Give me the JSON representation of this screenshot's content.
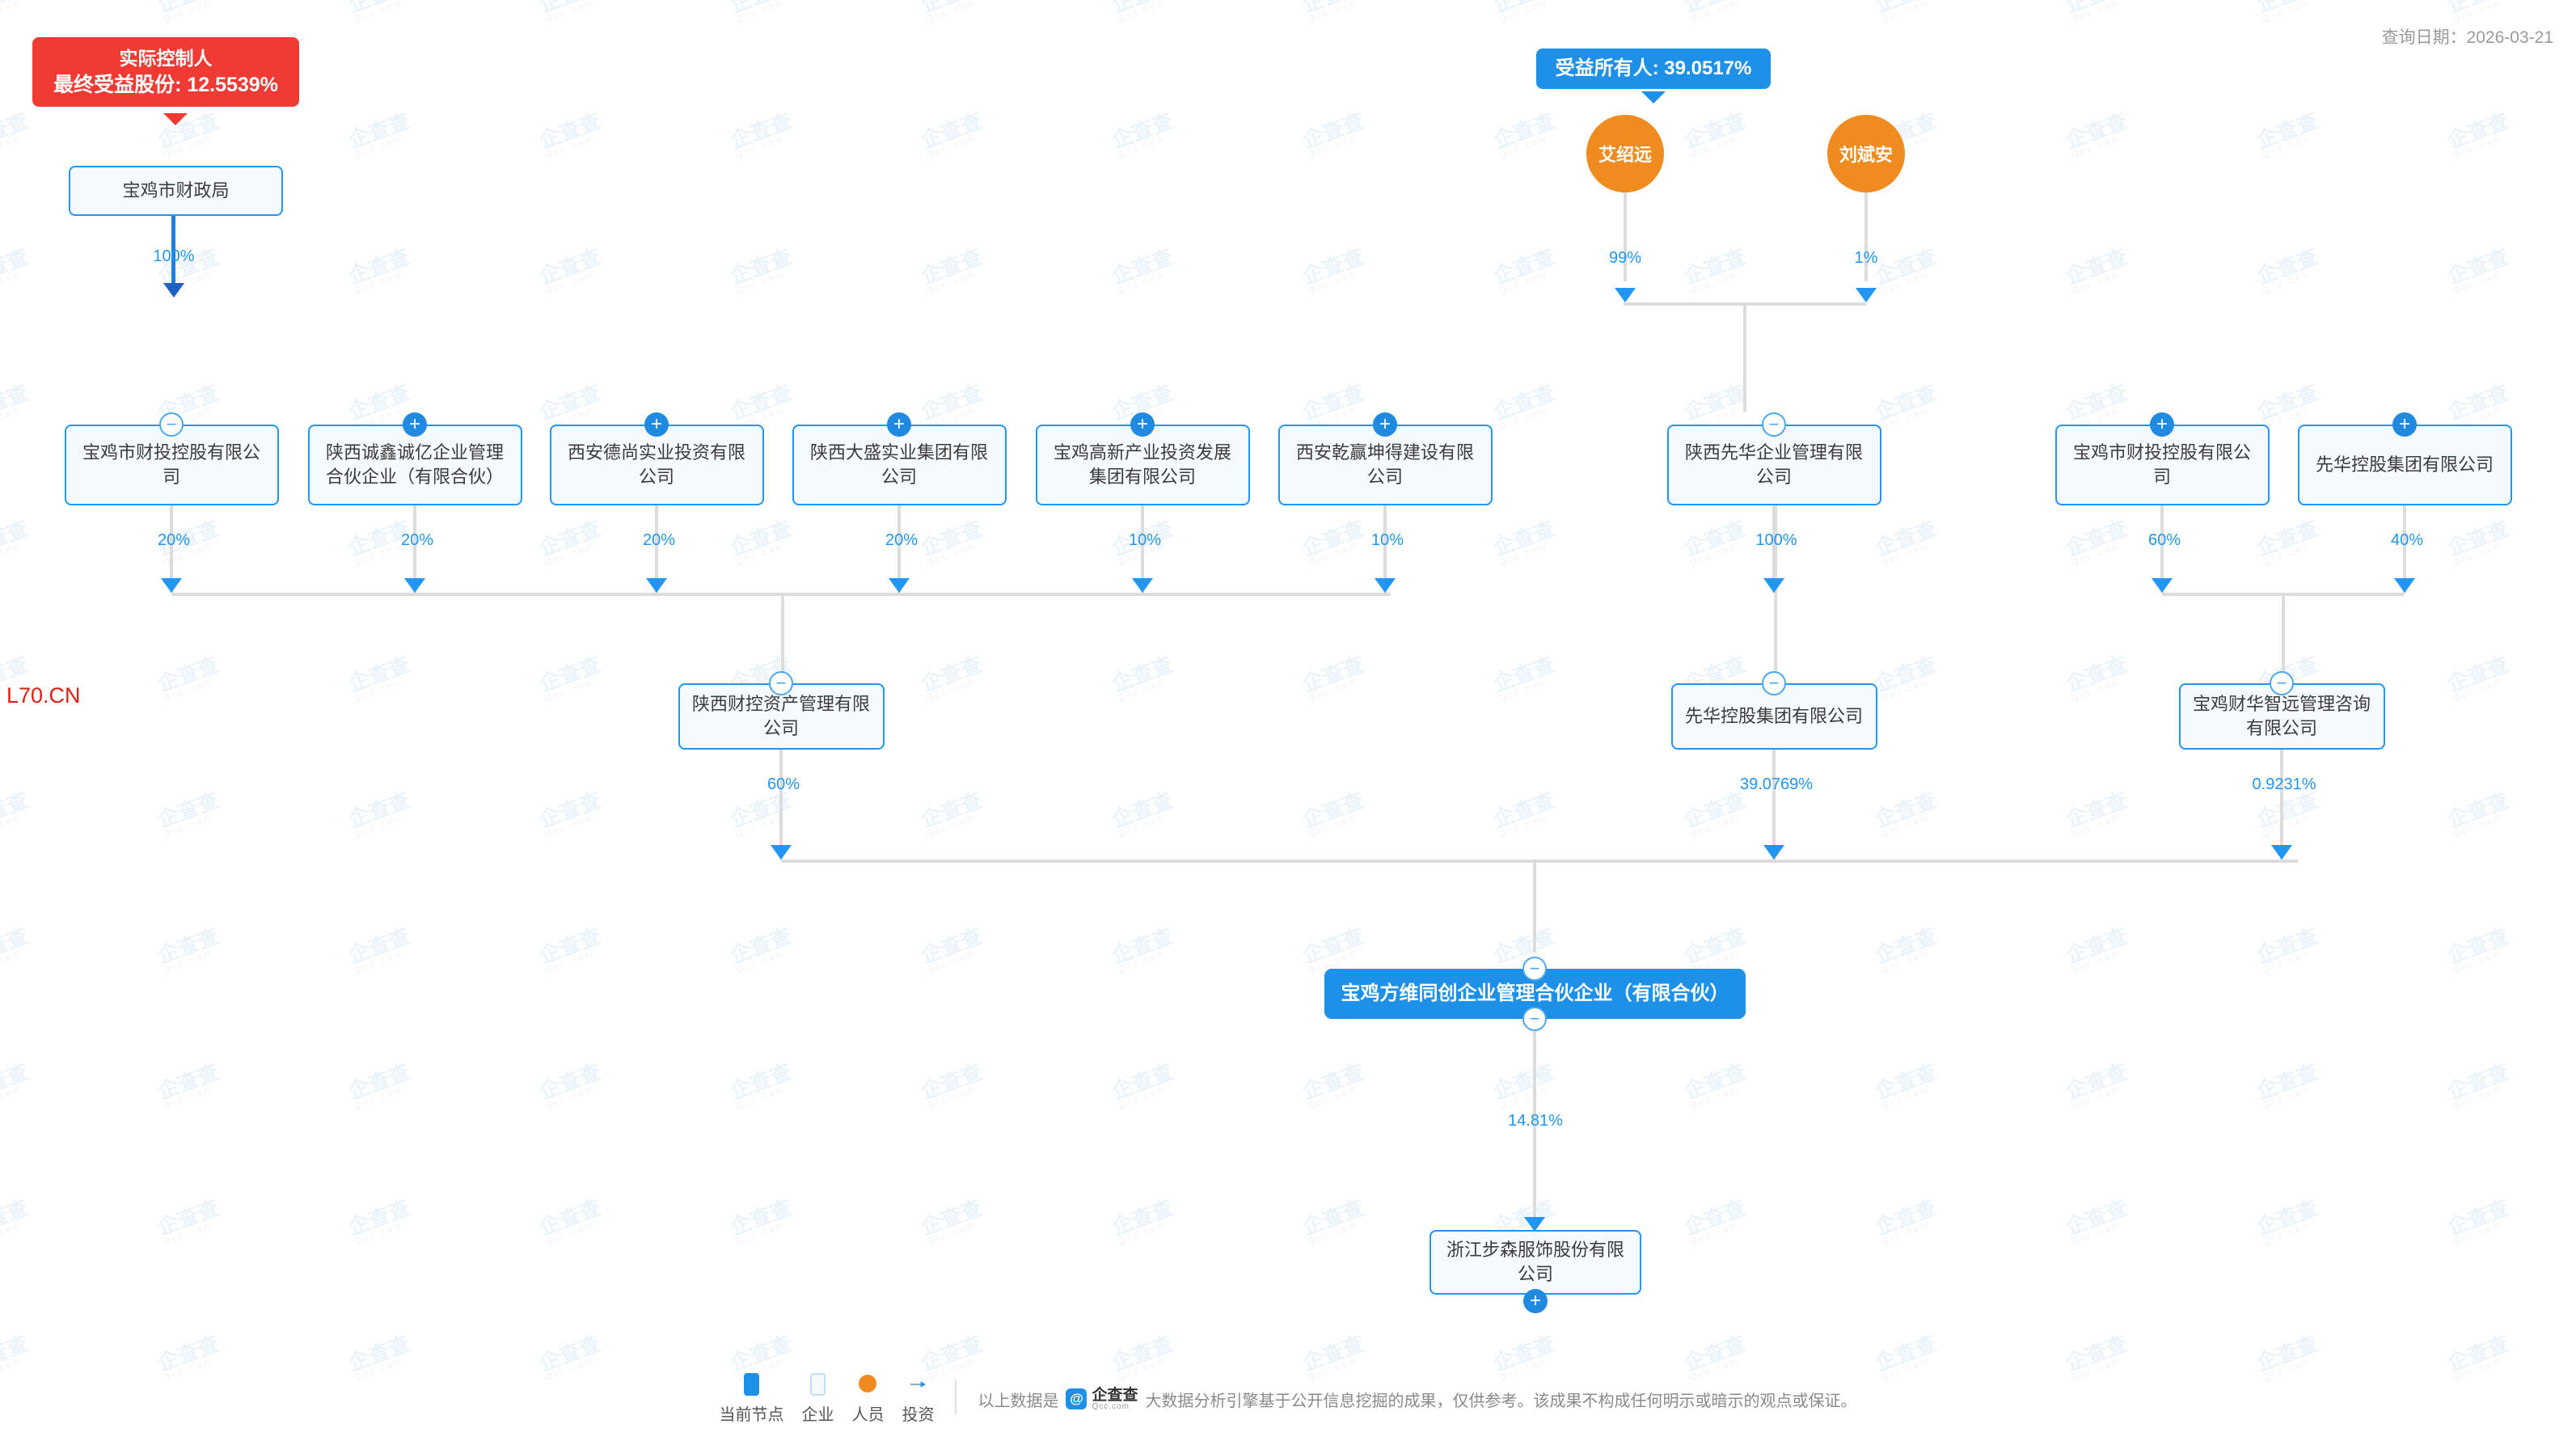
{
  "meta": {
    "query_date_label": "查询日期：2026-03-21",
    "brand_mark": "L70.CN"
  },
  "tags": {
    "actual_controller": {
      "line1": "实际控制人",
      "line2": "最终受益股份: 12.5539%"
    },
    "beneficial_owner": {
      "line1": "受益所有人: 39.0517%"
    }
  },
  "nodes": {
    "finance_bureau": "宝鸡市财政局",
    "row1": [
      {
        "label": "宝鸡市财投控股有限公司",
        "percent": "20%",
        "badge": "minus"
      },
      {
        "label": "陕西诚鑫诚亿企业管理合伙企业（有限合伙）",
        "percent": "20%",
        "badge": "plus"
      },
      {
        "label": "西安德尚实业投资有限公司",
        "percent": "20%",
        "badge": "plus"
      },
      {
        "label": "陕西大盛实业集团有限公司",
        "percent": "20%",
        "badge": "plus"
      },
      {
        "label": "宝鸡高新产业投资发展集团有限公司",
        "percent": "10%",
        "badge": "plus"
      },
      {
        "label": "西安乾赢坤得建设有限公司",
        "percent": "10%",
        "badge": "plus"
      },
      {
        "label": "陕西先华企业管理有限公司",
        "percent": "100%",
        "badge": "minus"
      },
      {
        "label": "宝鸡市财投控股有限公司",
        "percent": "60%",
        "badge": "plus"
      },
      {
        "label": "先华控股集团有限公司",
        "percent": "40%",
        "badge": "plus"
      }
    ],
    "persons": [
      {
        "name": "艾绍远",
        "percent": "99%"
      },
      {
        "name": "刘斌安",
        "percent": "1%"
      }
    ],
    "row2": [
      {
        "label": "陕西财控资产管理有限公司",
        "percent": "60%",
        "badge": "minus"
      },
      {
        "label": "先华控股集团有限公司",
        "percent": "39.0769%",
        "badge": "minus"
      },
      {
        "label": "宝鸡财华智远管理咨询有限公司",
        "percent": "0.9231%",
        "badge": "minus"
      }
    ],
    "current": {
      "label": "宝鸡方维同创企业管理合伙企业（有限合伙）",
      "percent": "14.81%"
    },
    "target": {
      "label": "浙江步森服饰股份有限公司"
    },
    "bureau_percent": "100%"
  },
  "legend": [
    {
      "key": "current-node",
      "label": "当前节点"
    },
    {
      "key": "enterprise",
      "label": "企业"
    },
    {
      "key": "person",
      "label": "人员"
    },
    {
      "key": "investment",
      "label": "投资"
    }
  ],
  "disclaimer": {
    "prefix": "以上数据是",
    "brand_name": "企查查",
    "brand_domain": "Qcc.com",
    "suffix": "大数据分析引擎基于公开信息挖掘的成果，仅供参考。该成果不构成任何明示或暗示的观点或保证。"
  },
  "colors": {
    "accent_blue": "#1e90e8",
    "arrow_blue": "#2196f3",
    "person_orange": "#ef8b1f",
    "controller_red": "#ef3b33",
    "line_gray": "#dcdcdc",
    "node_fill": "#f4faff"
  }
}
